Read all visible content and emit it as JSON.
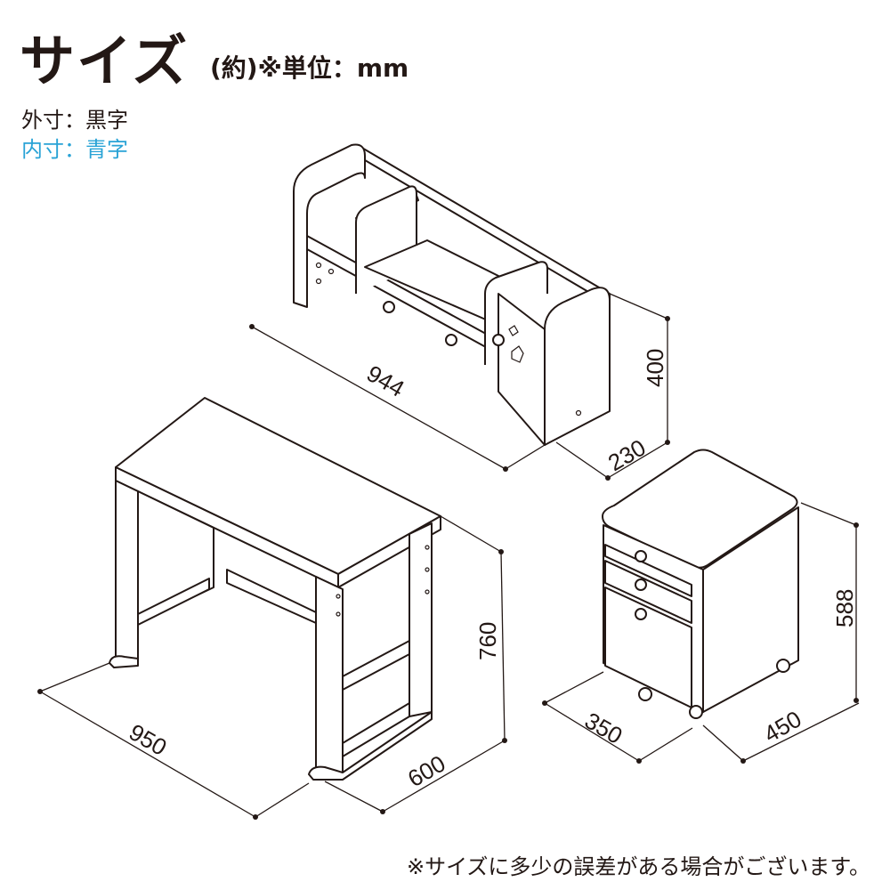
{
  "header": {
    "title": "サイズ",
    "subtitle": "(約)※単位：mm"
  },
  "legend": {
    "outer": "外寸：黒字",
    "inner": "内寸：青字",
    "outer_color": "#231815",
    "inner_color": "#29a3d6"
  },
  "shelf": {
    "width": "944",
    "depth": "230",
    "height": "400"
  },
  "desk": {
    "width": "950",
    "depth": "600",
    "height": "760"
  },
  "wagon": {
    "width": "350",
    "depth": "450",
    "height": "588"
  },
  "note": "※サイズに多少の誤差がある場合がございます。"
}
